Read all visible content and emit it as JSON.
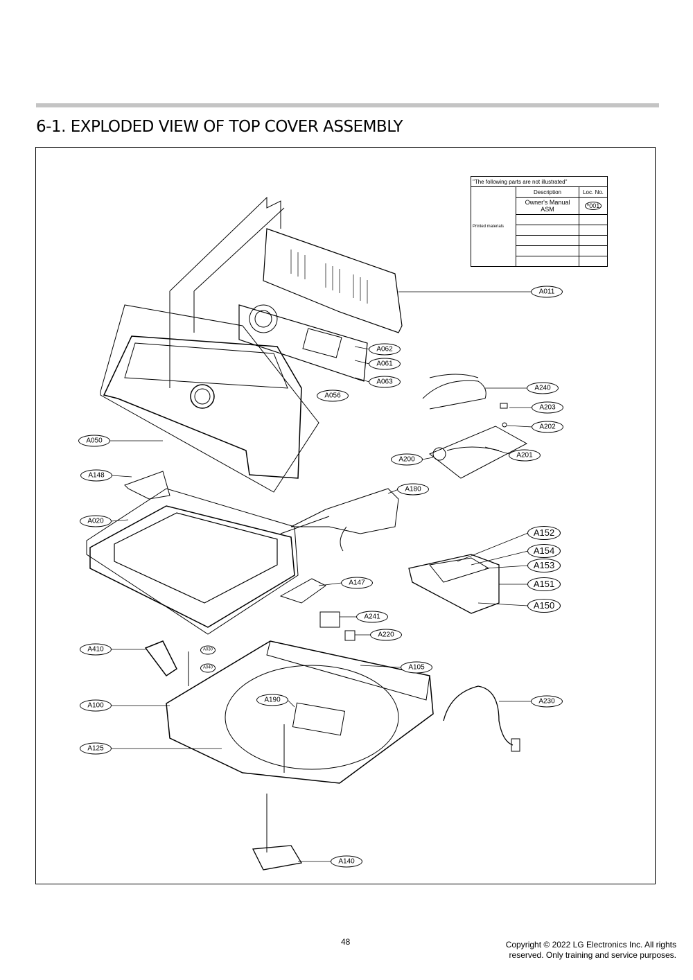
{
  "header": {
    "title": "6-1. EXPLODED VIEW OF TOP COVER ASSEMBLY"
  },
  "note_table": {
    "caption": "\"The following parts are not illustrated\"",
    "headers": [
      "Description",
      "Loc. No."
    ],
    "category": "Printed materials",
    "rows": [
      {
        "description": "Owner's Manual ASM",
        "loc": "*001"
      }
    ]
  },
  "labels": {
    "A011": "A011",
    "A062": "A062",
    "A061": "A061",
    "A063": "A063",
    "A056": "A056",
    "A240": "A240",
    "A203": "A203",
    "A202": "A202",
    "A201": "A201",
    "A200": "A200",
    "A050": "A050",
    "A148": "A148",
    "A180": "A180",
    "A020": "A020",
    "A152": "A152",
    "A154": "A154",
    "A153": "A153",
    "A151": "A151",
    "A150": "A150",
    "A147": "A147",
    "A241": "A241",
    "A220": "A220",
    "A410": "A410",
    "A030": "A030",
    "A040": "A040",
    "A105": "A105",
    "A100": "A100",
    "A190": "A190",
    "A230": "A230",
    "A125": "A125",
    "A140": "A140"
  },
  "footer": {
    "page_number": "48",
    "copyright_line1": "Copyright © 2022 LG Electronics Inc. All rights",
    "copyright_line2": "reserved. Only training and service purposes."
  }
}
